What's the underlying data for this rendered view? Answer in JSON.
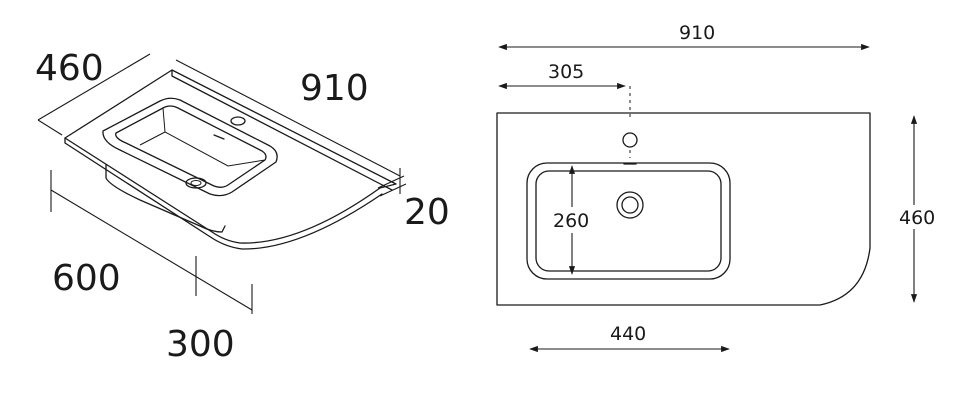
{
  "iso_view": {
    "label_depth": "460",
    "label_width": "910",
    "label_thickness": "20",
    "label_depth_side": "600",
    "label_bowl_side": "300"
  },
  "plan_view": {
    "label_total_width": "910",
    "label_tap_offset": "305",
    "label_bowl_depth": "260",
    "label_total_depth": "460",
    "label_bowl_width": "440"
  },
  "colors": {
    "line": "#1a1a1a",
    "background": "#ffffff"
  }
}
